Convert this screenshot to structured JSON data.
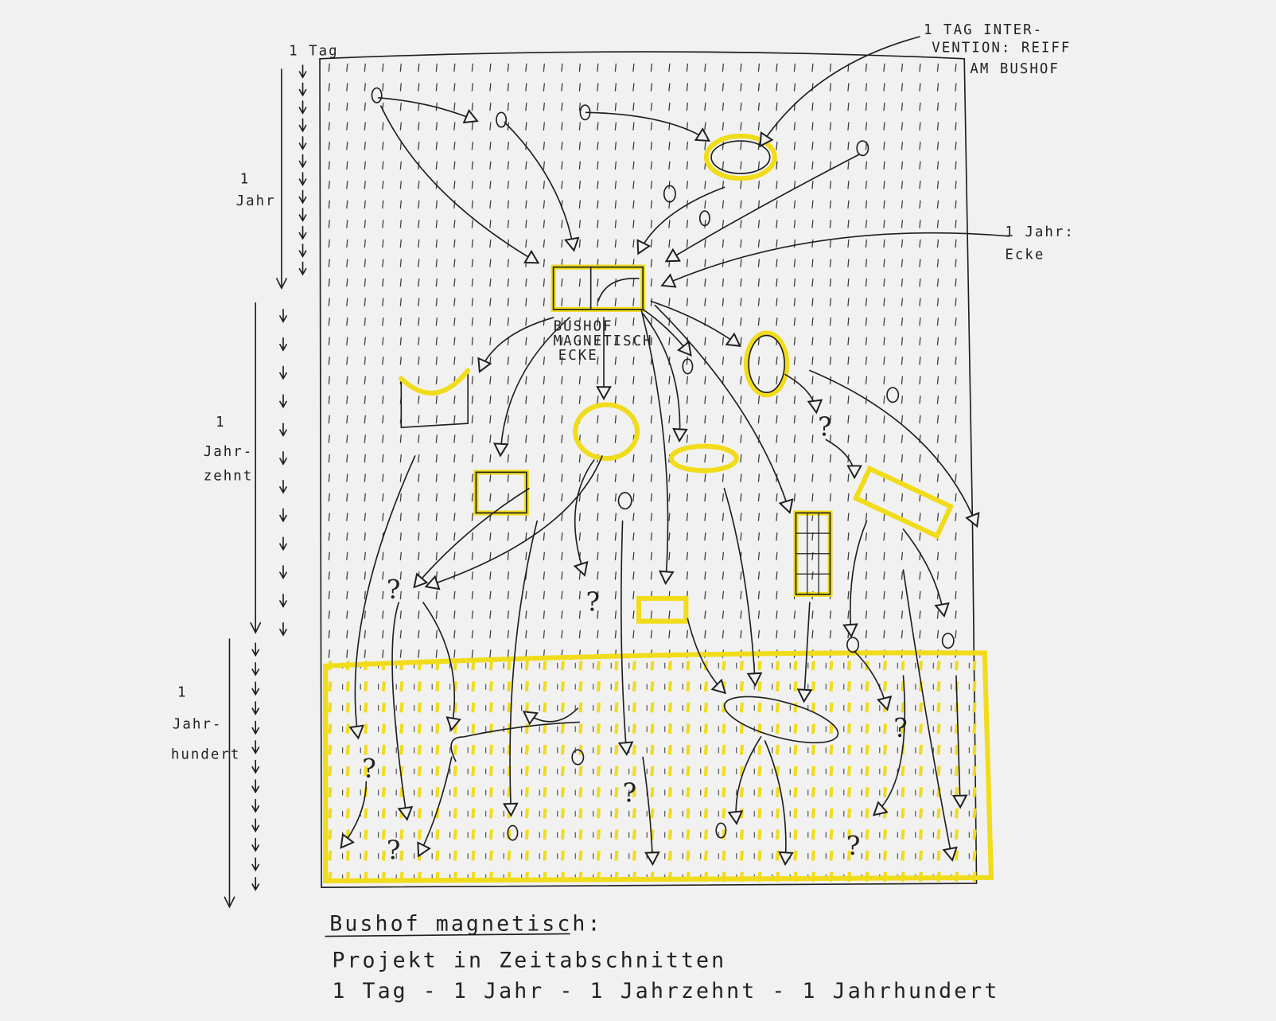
{
  "labels": {
    "timeline_day": "1 Tag",
    "intervention_line1": "1 TAG INTER-",
    "intervention_line2": "VENTION: REIFF",
    "intervention_line3": "AM BUSHOF",
    "year_line1": "1",
    "year_line2": "Jahr",
    "corner_line1": "1 Jahr:",
    "corner_line2": "Ecke",
    "center_line1": "BUSHOF",
    "center_line2": "MAGNETISCH",
    "center_line3": "ECKE",
    "decade_line1": "1",
    "decade_line2": "Jahr-",
    "decade_line3": "zehnt",
    "century_line1": "1",
    "century_line2": "Jahr-",
    "century_line3": "hundert"
  },
  "caption": {
    "title": "Bushof magnetisch:",
    "line1": "Projekt in Zeitabschnitten",
    "line2": "1 Tag - 1 Jahr - 1 Jahrzehnt - 1 Jahrhundert"
  },
  "colors": {
    "ink": "#1e1e1e",
    "highlight": "#f0dc1a",
    "paper": "#f1f1f1"
  }
}
